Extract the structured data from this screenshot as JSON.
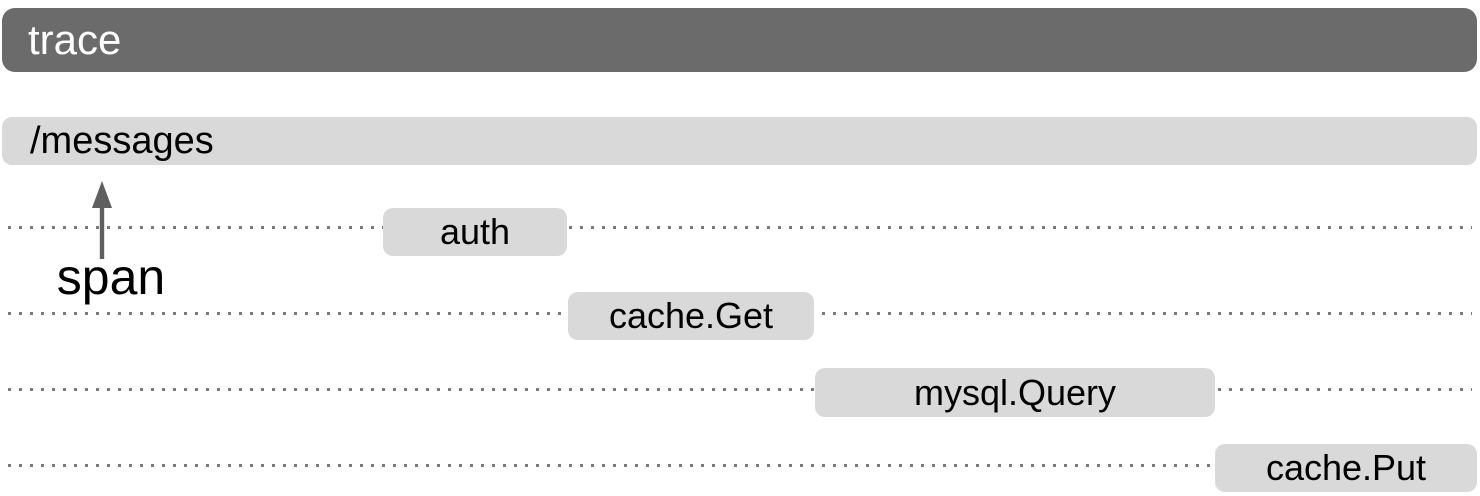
{
  "diagram": {
    "title_bar": {
      "label": "trace"
    },
    "root_span": {
      "label": "/messages"
    },
    "annotation": {
      "label": "span"
    },
    "spans": [
      {
        "label": "auth",
        "row": 1
      },
      {
        "label": "cache.Get",
        "row": 2
      },
      {
        "label": "mysql.Query",
        "row": 3
      },
      {
        "label": "cache.Put",
        "row": 4
      }
    ],
    "colors": {
      "trace_bar": "#6b6b6b",
      "trace_text": "#ffffff",
      "span_box": "#d9d9d9",
      "span_text": "#000000",
      "dotted_line": "#7a7a7a",
      "arrow": "#5f5f5f",
      "background": "#ffffff"
    }
  }
}
